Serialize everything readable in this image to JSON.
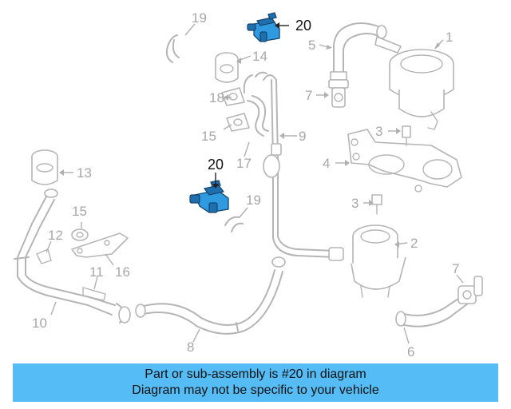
{
  "diagram": {
    "callouts": [
      {
        "text": "1"
      },
      {
        "text": "2"
      },
      {
        "text": "3"
      },
      {
        "text": "3"
      },
      {
        "text": "4"
      },
      {
        "text": "5"
      },
      {
        "text": "6"
      },
      {
        "text": "7"
      },
      {
        "text": "7"
      },
      {
        "text": "8"
      },
      {
        "text": "9"
      },
      {
        "text": "10"
      },
      {
        "text": "11"
      },
      {
        "text": "12"
      },
      {
        "text": "13"
      },
      {
        "text": "14"
      },
      {
        "text": "15"
      },
      {
        "text": "15"
      },
      {
        "text": "16"
      },
      {
        "text": "17"
      },
      {
        "text": "18"
      },
      {
        "text": "19"
      },
      {
        "text": "19"
      },
      {
        "text": "20"
      },
      {
        "text": "20"
      }
    ],
    "highlight_color": "#2f9ae0",
    "line_color": "#b5b5b5"
  },
  "banner": {
    "line1": "Part or sub-assembly is #20 in diagram",
    "line2": "Diagram may not be specific to your vehicle",
    "background": "#55bcf6"
  }
}
